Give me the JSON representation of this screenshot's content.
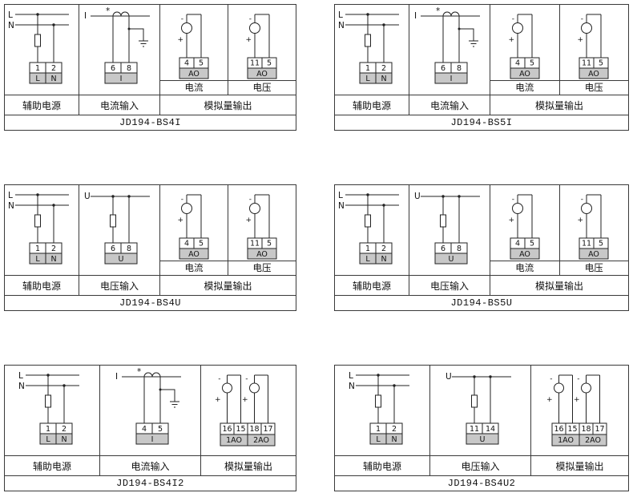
{
  "symbols": {
    "plus": "+",
    "minus": "-",
    "asterisk": "*"
  },
  "panels": [
    {
      "model": "JD194-BS4I",
      "aux": {
        "label": "辅助电源",
        "line1": "L",
        "line2": "N",
        "n1": "1",
        "n2": "2",
        "b1": "L",
        "b2": "N"
      },
      "input": {
        "label": "电流输入",
        "line": "I",
        "n1": "6",
        "n2": "8",
        "bottom": "I"
      },
      "output": {
        "label": "模拟量输出",
        "ch1": {
          "n1": "4",
          "n2": "5",
          "bottom": "AO",
          "sub": "电流"
        },
        "ch2": {
          "n1": "11",
          "n2": "5",
          "bottom": "AO",
          "sub": "电压"
        }
      }
    },
    {
      "model": "JD194-BS5I",
      "aux": {
        "label": "辅助电源",
        "line1": "L",
        "line2": "N",
        "n1": "1",
        "n2": "2",
        "b1": "L",
        "b2": "N"
      },
      "input": {
        "label": "电流输入",
        "line": "I",
        "n1": "6",
        "n2": "8",
        "bottom": "I"
      },
      "output": {
        "label": "模拟量输出",
        "ch1": {
          "n1": "4",
          "n2": "5",
          "bottom": "AO",
          "sub": "电流"
        },
        "ch2": {
          "n1": "11",
          "n2": "5",
          "bottom": "AO",
          "sub": "电压"
        }
      }
    },
    {
      "model": "JD194-BS4U",
      "aux": {
        "label": "辅助电源",
        "line1": "L",
        "line2": "N",
        "n1": "1",
        "n2": "2",
        "b1": "L",
        "b2": "N"
      },
      "input": {
        "label": "电压输入",
        "line": "U",
        "n1": "6",
        "n2": "8",
        "bottom": "U"
      },
      "output": {
        "label": "模拟量输出",
        "ch1": {
          "n1": "4",
          "n2": "5",
          "bottom": "AO",
          "sub": "电流"
        },
        "ch2": {
          "n1": "11",
          "n2": "5",
          "bottom": "AO",
          "sub": "电压"
        }
      }
    },
    {
      "model": "JD194-BS5U",
      "aux": {
        "label": "辅助电源",
        "line1": "L",
        "line2": "N",
        "n1": "1",
        "n2": "2",
        "b1": "L",
        "b2": "N"
      },
      "input": {
        "label": "电压输入",
        "line": "U",
        "n1": "6",
        "n2": "8",
        "bottom": "U"
      },
      "output": {
        "label": "模拟量输出",
        "ch1": {
          "n1": "4",
          "n2": "5",
          "bottom": "AO",
          "sub": "电流"
        },
        "ch2": {
          "n1": "11",
          "n2": "5",
          "bottom": "AO",
          "sub": "电压"
        }
      }
    },
    {
      "model": "JD194-BS4I2",
      "aux": {
        "label": "辅助电源",
        "line1": "L",
        "line2": "N",
        "n1": "1",
        "n2": "2",
        "b1": "L",
        "b2": "N"
      },
      "input": {
        "label": "电流输入",
        "line": "I",
        "n1": "4",
        "n2": "5",
        "bottom": "I"
      },
      "output": {
        "label": "模拟量输出",
        "n1": "16",
        "n2": "15",
        "n3": "18",
        "n4": "17",
        "b1": "1AO",
        "b2": "2AO"
      }
    },
    {
      "model": "JD194-BS4U2",
      "aux": {
        "label": "辅助电源",
        "line1": "L",
        "line2": "N",
        "n1": "1",
        "n2": "2",
        "b1": "L",
        "b2": "N"
      },
      "input": {
        "label": "电压输入",
        "line": "U",
        "n1": "11",
        "n2": "14",
        "bottom": "U"
      },
      "output": {
        "label": "模拟量输出",
        "n1": "16",
        "n2": "15",
        "n3": "18",
        "n4": "17",
        "b1": "1AO",
        "b2": "2AO"
      }
    }
  ]
}
